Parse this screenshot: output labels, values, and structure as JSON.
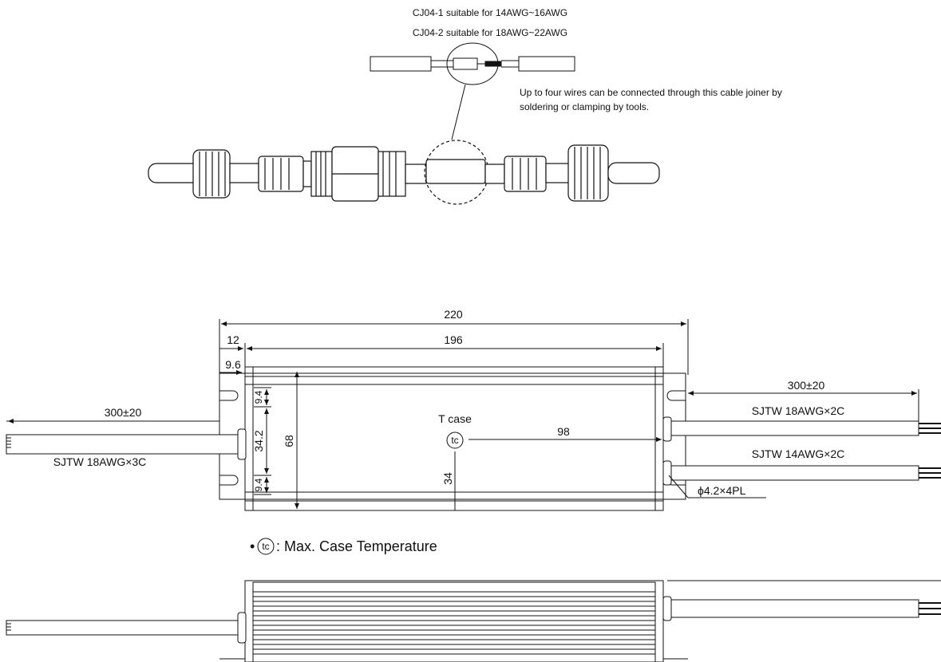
{
  "joiner": {
    "note1": "CJ04-1 suitable for 14AWG~16AWG",
    "note2": "CJ04-2 suitable for 18AWG~22AWG",
    "desc_line1": "Up to four wires can be connected through this cable joiner by",
    "desc_line2": "soldering or clamping by tools."
  },
  "drawing": {
    "overall_length": "220",
    "inner_length": "196",
    "left_offset": "12",
    "flange_offset": "9.6",
    "left_cable_length": "300±20",
    "left_cable_spec": "SJTW 18AWG×3C",
    "right_cable_length": "300±20",
    "right_cable_spec_top": "SJTW 18AWG×2C",
    "right_cable_spec_bottom": "SJTW 14AWG×2C",
    "height_top": "9.4",
    "height_mid": "34.2",
    "height_bottom": "9.4",
    "height_total": "68",
    "center_height": "34",
    "center_x": "98",
    "tcase_label": "T case",
    "tc_symbol": "tc",
    "mount_holes": "ϕ4.2×4PL"
  },
  "legend": {
    "bullet": "•",
    "symbol": "tc",
    "text": ": Max. Case Temperature"
  }
}
